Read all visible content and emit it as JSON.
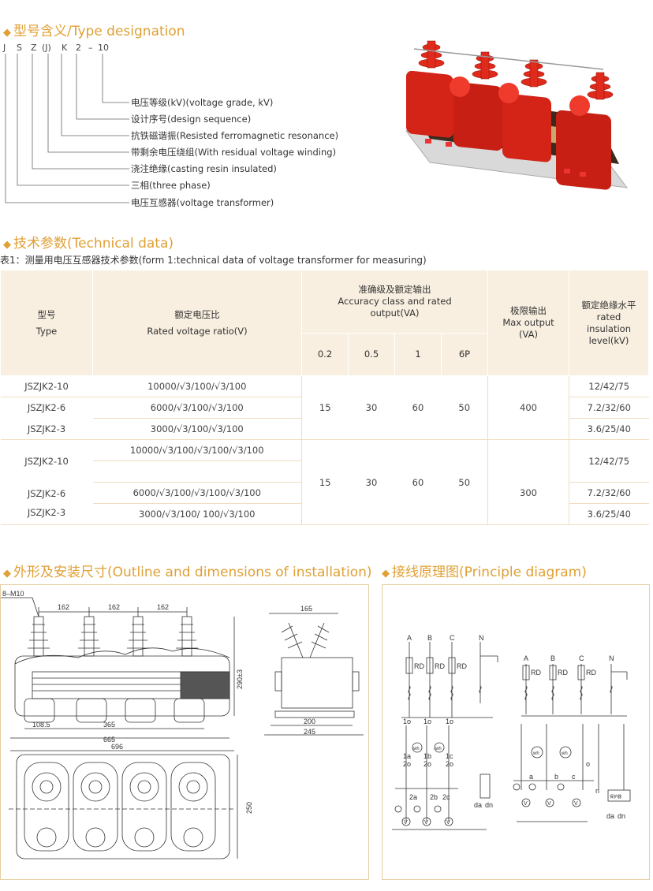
{
  "sections": {
    "type_designation": "型号含义/Type designation",
    "technical_data": "技术参数(Technical data)",
    "outline": "外形及安装尺寸(Outline and dimensions of installation)",
    "principle": "接线原理图(Principle diagram)"
  },
  "designation": {
    "code_letters": [
      "J",
      "S",
      "Z",
      "(J)",
      "K",
      "2",
      "–",
      "10"
    ],
    "items": [
      "电压等级(kV)(voltage grade, kV)",
      "设计序号(design sequence)",
      "抗铁磁谐振(Resisted ferromagnetic resonance)",
      "带剩余电压绕组(With residual voltage winding)",
      "浇注绝缘(casting resin insulated)",
      "三相(three phase)",
      "电压互感器(voltage transformer)"
    ]
  },
  "table": {
    "caption": "表1：测量用电压互感器技术参数(form 1:technical data of voltage transformer for measuring)",
    "headers": {
      "type_cn": "型号",
      "type_en": "Type",
      "ratio_cn": "额定电压比",
      "ratio_en": "Rated voltage ratio(V)",
      "acc_cn": "准确级及额定输出",
      "acc_en1": "Accuracy class and rated",
      "acc_en2": "output(VA)",
      "max_cn": "极限输出",
      "max_en1": "Max output",
      "max_en2": "(VA)",
      "ins_cn": "额定绝缘水平",
      "ins_en1": "rated",
      "ins_en2": "insulation",
      "ins_en3": "level(kV)",
      "classes": [
        "0.2",
        "0.5",
        "1",
        "6P"
      ]
    },
    "group1": {
      "types": [
        "JSZJK2-10",
        "JSZJK2-6",
        "JSZJK2-3"
      ],
      "ratios": [
        "10000/√3/100/√3/100",
        "6000/√3/100/√3/100",
        "3000/√3/100/√3/100"
      ],
      "outputs": [
        "15",
        "30",
        "60",
        "50"
      ],
      "max": "400",
      "insulation": [
        "12/42/75",
        "7.2/32/60",
        "3.6/25/40"
      ]
    },
    "group2": {
      "types": [
        "JSZJK2-10",
        "JSZJK2-6",
        "JSZJK2-3"
      ],
      "ratios": [
        "10000/√3/100/√3/100/√3/100",
        "6000/√3/100/√3/100/√3/100",
        "3000/√3/100/ 100/√3/100"
      ],
      "outputs": [
        "15",
        "30",
        "60",
        "50"
      ],
      "max": "300",
      "insulation": [
        "12/42/75",
        "7.2/32/60",
        "3.6/25/40"
      ]
    }
  },
  "outline_dims": {
    "bolt": "8–M10",
    "pitch": "162",
    "side_width": "165",
    "height": "290±3",
    "left_offset": "108.5",
    "mount_span": "365",
    "total_length": "665",
    "side_base_inner": "200",
    "side_base_outer": "245",
    "top_length": "696",
    "top_width": "250"
  },
  "principle_labels": {
    "phases": [
      "A",
      "B",
      "C",
      "N"
    ],
    "fuse": "RD",
    "terminals_left": [
      "1o",
      "1o",
      "1o",
      "1a",
      "1b",
      "1c",
      "2o",
      "2o",
      "2o",
      "2a",
      "2b",
      "2c"
    ],
    "open_delta": [
      "da",
      "dn"
    ],
    "meters": [
      "wh",
      "V"
    ],
    "terminals_right": [
      "a",
      "b",
      "c",
      "n",
      "o"
    ],
    "damper_label": "保护器"
  },
  "colors": {
    "accent": "#e0a035",
    "header_bg": "#f8efe0",
    "insulator_red": "#d42418"
  }
}
